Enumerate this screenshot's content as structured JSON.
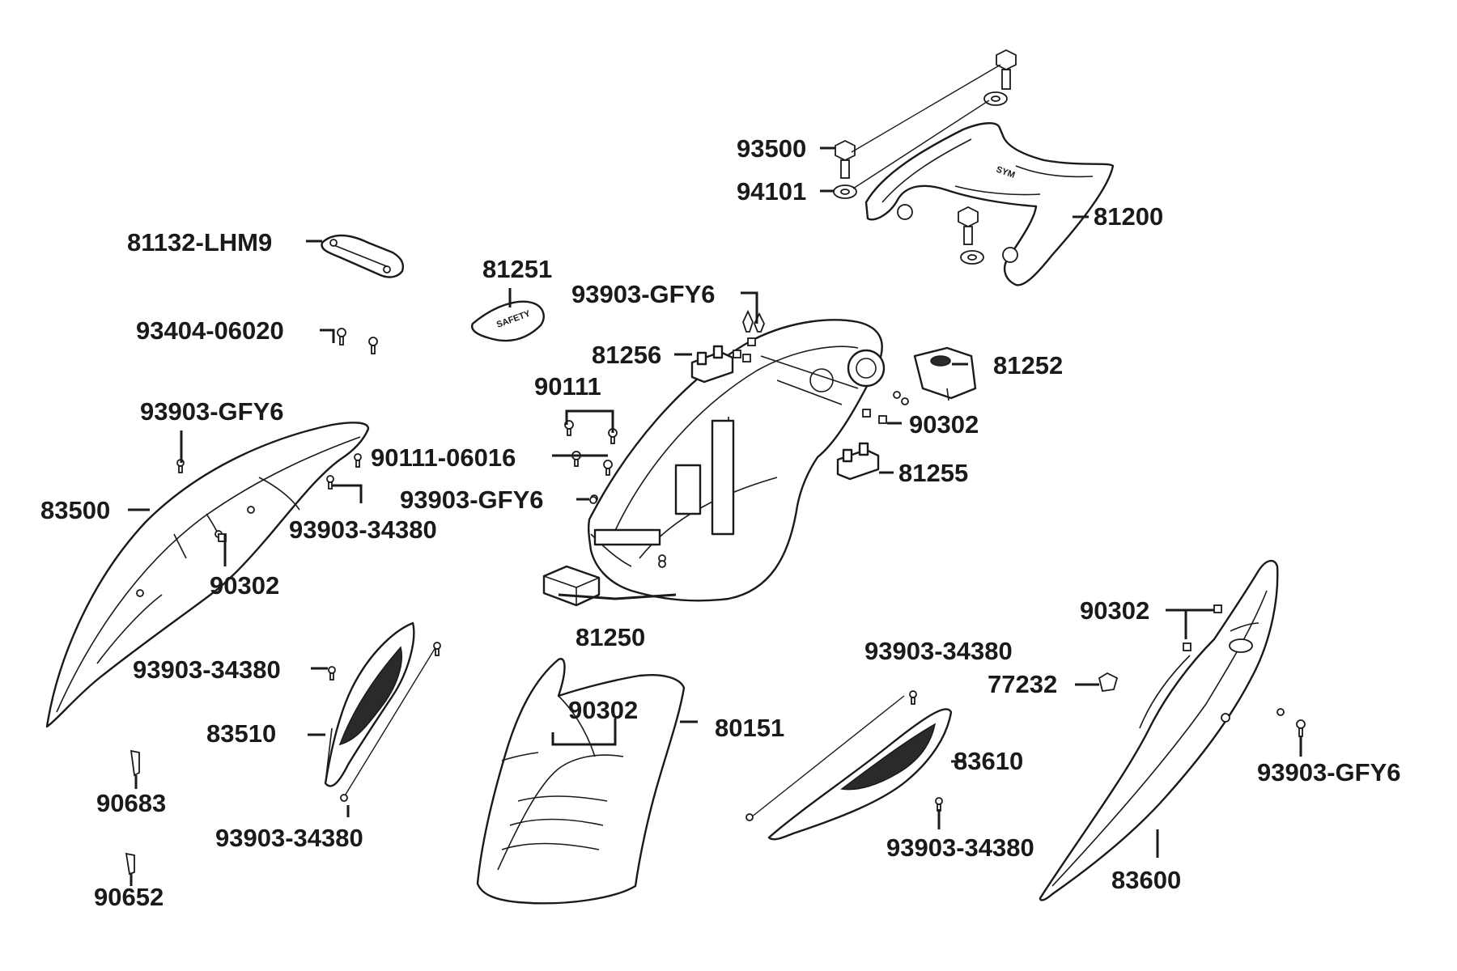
{
  "labels": {
    "p93500": "93500",
    "p94101": "94101",
    "p81200": "81200",
    "p81132": "81132-LHM9",
    "p81251": "81251",
    "p93903_a": "93903-GFY6",
    "p93404": "93404-06020",
    "p81256": "81256",
    "p81252": "81252",
    "p90111": "90111",
    "p90302_a": "90302",
    "p93903_b": "93903-GFY6",
    "p90111_06016": "90111-06016",
    "p81255": "81255",
    "p93903_c": "93903-GFY6",
    "p83500": "83500",
    "p93903_34380_a": "93903-34380",
    "p90302_b": "90302",
    "p81250": "81250",
    "p90302_c": "90302",
    "p93903_34380_b": "93903-34380",
    "p77232": "77232",
    "p90302_d": "90302",
    "p80151": "80151",
    "p83510": "83510",
    "p83610": "83610",
    "p93903_d": "93903-GFY6",
    "p90683": "90683",
    "p93903_34380_c": "93903-34380",
    "p93903_34380_d": "93903-34380",
    "p83600": "83600",
    "p90652": "90652"
  },
  "colors": {
    "ink": "#1a1a1a",
    "background": "#ffffff"
  }
}
